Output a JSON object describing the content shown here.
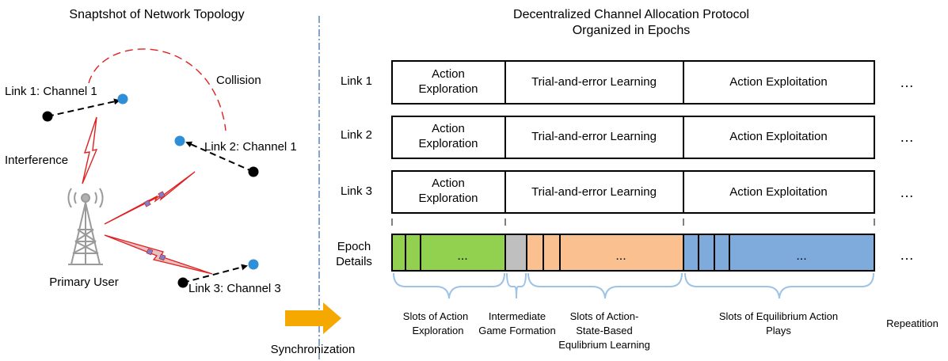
{
  "left": {
    "title": "Snaptshot of Network Topology",
    "link1_label": "Link 1: Channel 1",
    "link2_label": "Link 2: Channel 1",
    "link3_label": "Link 3: Channel 3",
    "collision_label": "Collision",
    "interference_label": "Interference",
    "primary_user_label": "Primary User"
  },
  "right": {
    "title_line1": "Decentralized Channel Allocation Protocol",
    "title_line2": "Organized in Epochs",
    "rows": [
      {
        "label": "Link 1",
        "exploration_line1": "Action",
        "exploration_line2": "Exploration",
        "learning": "Trial-and-error Learning",
        "exploitation": "Action Exploitation",
        "ellipsis": "…"
      },
      {
        "label": "Link 2",
        "exploration_line1": "Action",
        "exploration_line2": "Exploration",
        "learning": "Trial-and-error Learning",
        "exploitation": "Action Exploitation",
        "ellipsis": "…"
      },
      {
        "label": "Link 3",
        "exploration_line1": "Action",
        "exploration_line2": "Exploration",
        "learning": "Trial-and-error Learning",
        "exploitation": "Action Exploitation",
        "ellipsis": "…"
      }
    ],
    "epoch_label_line1": "Epoch",
    "epoch_label_line2": "Details",
    "epoch_dots": "...",
    "epoch_ellipsis": "…",
    "brackets": {
      "exploration_line1": "Slots of Action",
      "exploration_line2": "Exploration",
      "intermediate_line1": "Intermediate",
      "intermediate_line2": "Game Formation",
      "learning_line1": "Slots of Action-",
      "learning_line2": "State-Based",
      "learning_line3": "Equlibrium Learning",
      "equilibrium_line1": "Slots of Equilibrium Action",
      "equilibrium_line2": "Plays",
      "repetition": "Repeatition"
    }
  },
  "sync_label": "Synchronization",
  "colors": {
    "exploration": "#92d050",
    "intermediate": "#bfbfbf",
    "learning": "#fac090",
    "equilibrium": "#7eaadc",
    "bracket": "#9dc3e6",
    "node": "#2e8fd8",
    "collision": "#e02020",
    "sync_arrow": "#f5a800",
    "divider": "#2f6aa3"
  }
}
